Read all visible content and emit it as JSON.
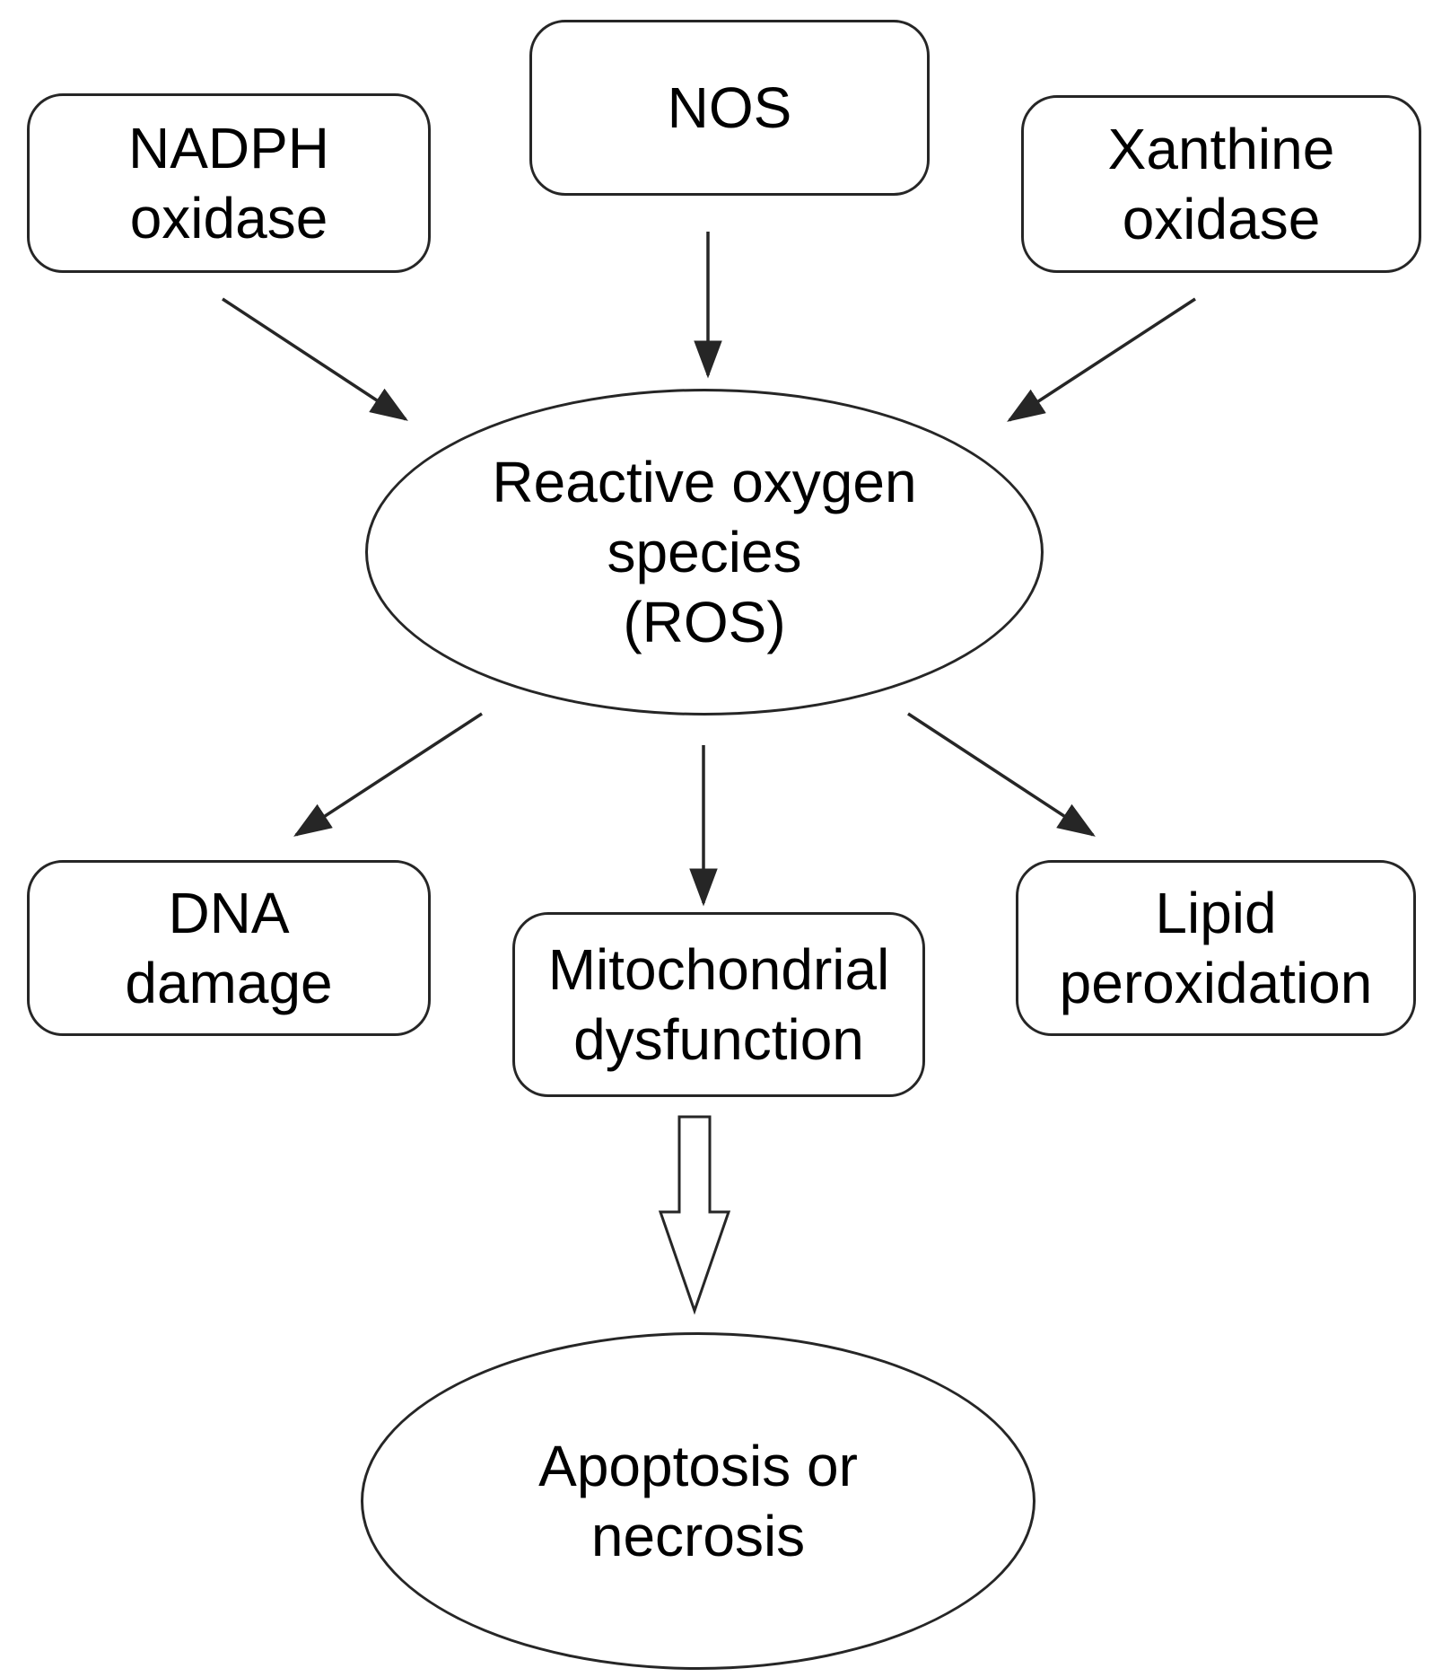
{
  "diagram": {
    "nodes": {
      "nadph_oxidase": {
        "shape": "rounded-rect",
        "lines": [
          "NADPH",
          "oxidase"
        ]
      },
      "nos": {
        "shape": "rounded-rect",
        "lines": [
          "NOS"
        ]
      },
      "xanthine_oxidase": {
        "shape": "rounded-rect",
        "lines": [
          "Xanthine",
          "oxidase"
        ]
      },
      "ros": {
        "shape": "ellipse",
        "lines": [
          "Reactive oxygen",
          "species",
          "(ROS)"
        ]
      },
      "dna_damage": {
        "shape": "rounded-rect",
        "lines": [
          "DNA",
          "damage"
        ]
      },
      "mitochondrial_dysfunction": {
        "shape": "rounded-rect",
        "lines": [
          "Mitochondrial",
          "dysfunction"
        ]
      },
      "lipid_peroxidation": {
        "shape": "rounded-rect",
        "lines": [
          "Lipid",
          "peroxidation"
        ]
      },
      "apoptosis_necrosis": {
        "shape": "ellipse",
        "lines": [
          "Apoptosis or",
          "necrosis"
        ]
      }
    },
    "edges": [
      {
        "from": "NADPH oxidase",
        "to": "Reactive oxygen species (ROS)",
        "style": "thin-arrow"
      },
      {
        "from": "NOS",
        "to": "Reactive oxygen species (ROS)",
        "style": "thin-arrow"
      },
      {
        "from": "Xanthine oxidase",
        "to": "Reactive oxygen species (ROS)",
        "style": "thin-arrow"
      },
      {
        "from": "Reactive oxygen species (ROS)",
        "to": "DNA damage",
        "style": "thin-arrow"
      },
      {
        "from": "Reactive oxygen species (ROS)",
        "to": "Mitochondrial dysfunction",
        "style": "thin-arrow"
      },
      {
        "from": "Reactive oxygen species (ROS)",
        "to": "Lipid peroxidation",
        "style": "thin-arrow"
      },
      {
        "from": "Mitochondrial dysfunction",
        "to": "Apoptosis or necrosis",
        "style": "hollow-block-arrow"
      }
    ],
    "colors": {
      "background": "#ffffff",
      "line": "#262626",
      "text": "#000000"
    }
  }
}
